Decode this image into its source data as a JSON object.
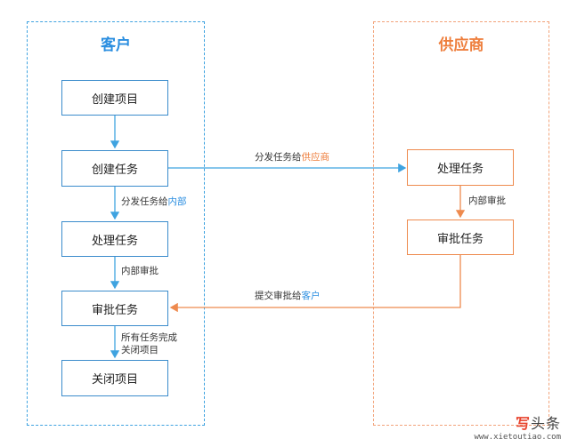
{
  "lanes": {
    "customer": "客户",
    "supplier": "供应商"
  },
  "customer_steps": [
    "创建项目",
    "创建任务",
    "处理任务",
    "审批任务",
    "关闭项目"
  ],
  "supplier_steps": [
    "处理任务",
    "审批任务"
  ],
  "labels": {
    "dispatch_internal_prefix": "分发任务给",
    "dispatch_internal_highlight": "内部",
    "internal_review_customer": "内部审批",
    "all_done_line1": "所有任务完成",
    "all_done_line2": "关闭项目",
    "dispatch_supplier_prefix": "分发任务给",
    "dispatch_supplier_highlight": "供应商",
    "internal_review_supplier": "内部审批",
    "submit_customer_prefix": "提交审批给",
    "submit_customer_highlight": "客户"
  },
  "colors": {
    "customer": "#2a8ee0",
    "supplier": "#ee7e3c"
  },
  "watermark": {
    "logo_red": "写",
    "logo_text": "头条",
    "url": "www.xietoutiao.com"
  }
}
